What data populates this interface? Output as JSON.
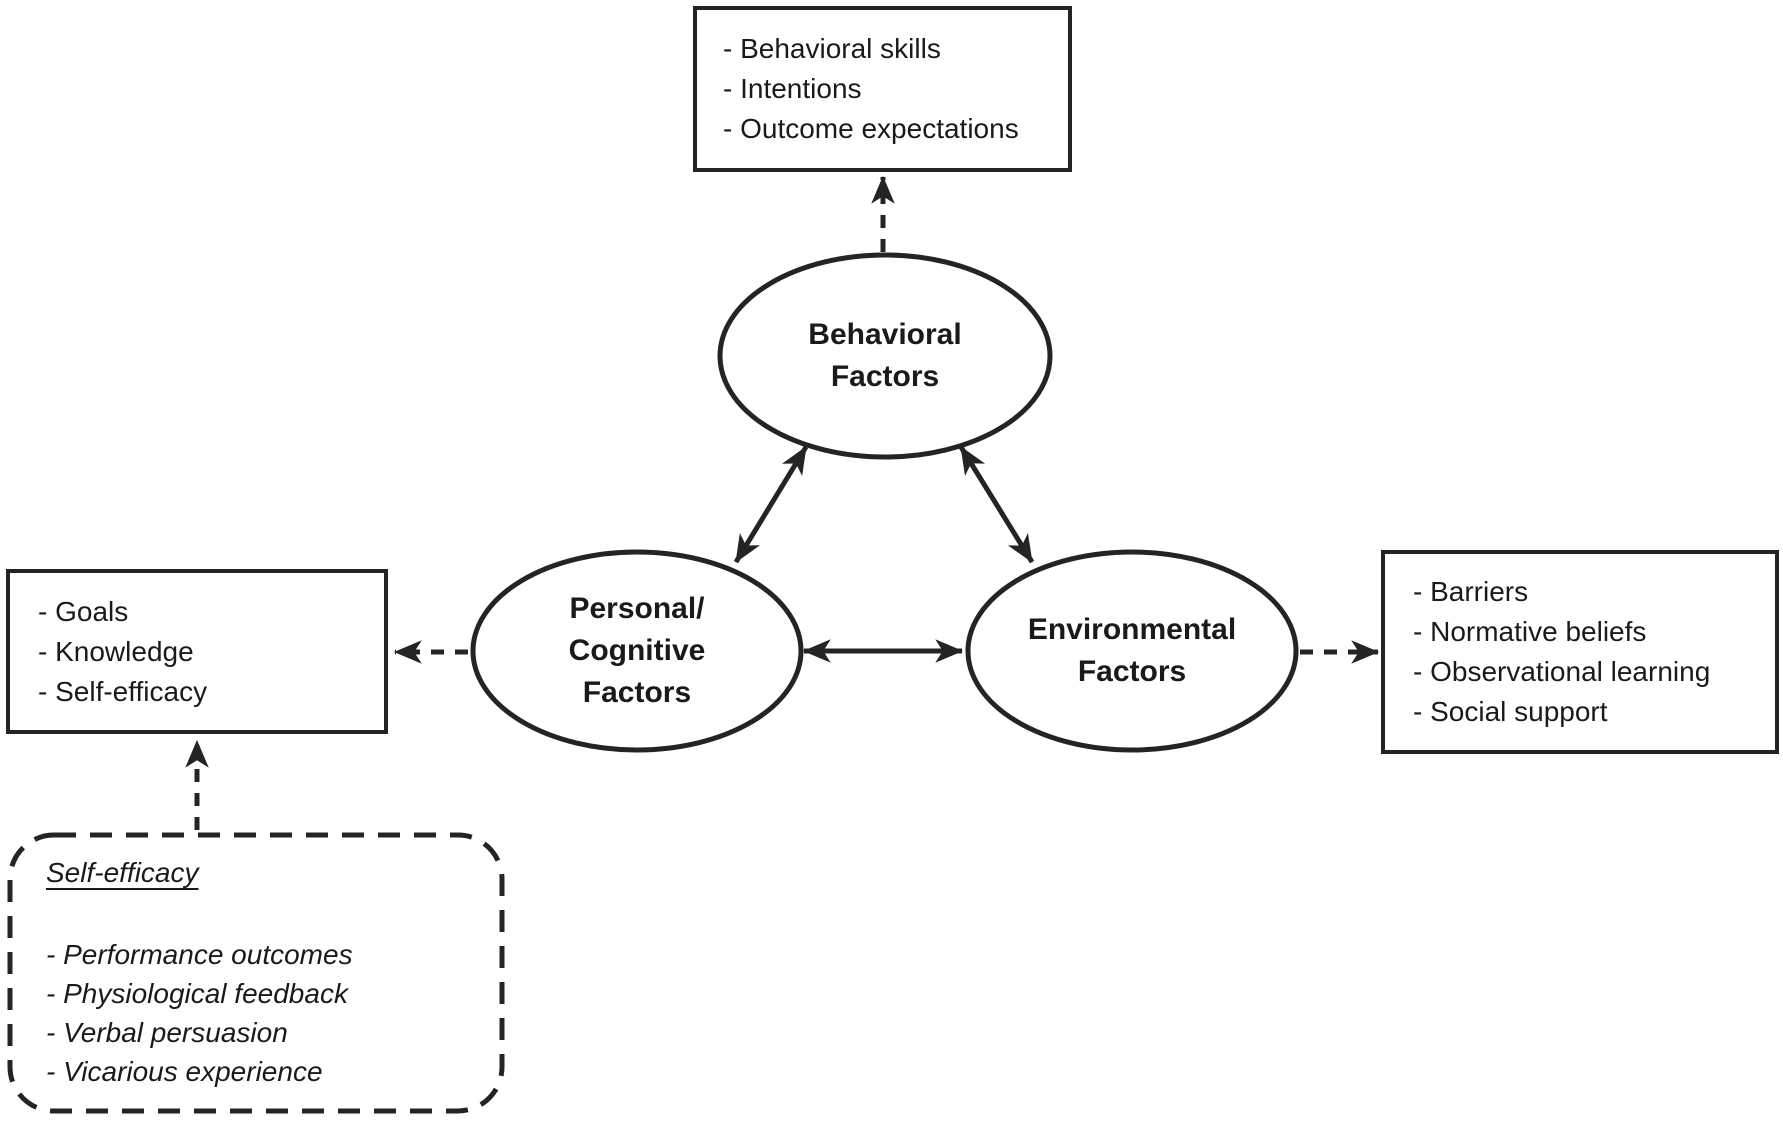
{
  "colors": {
    "ink": "#1a1a1a",
    "line": "#242424",
    "background": "#ffffff"
  },
  "nodes": {
    "behavioral": {
      "label": "Behavioral\nFactors"
    },
    "personal": {
      "label": "Personal/\nCognitive\nFactors"
    },
    "environmental": {
      "label": "Environmental\nFactors"
    }
  },
  "boxes": {
    "behavioral_outputs": {
      "items": [
        "- Behavioral skills",
        "- Intentions",
        "- Outcome expectations"
      ]
    },
    "personal_outputs": {
      "items": [
        "- Goals",
        "- Knowledge",
        "- Self-efficacy"
      ]
    },
    "environmental_outputs": {
      "items": [
        "- Barriers",
        "- Normative beliefs",
        "- Observational learning",
        "- Social support"
      ]
    },
    "self_efficacy": {
      "title": "Self-efficacy",
      "items": [
        "- Performance outcomes",
        "- Physiological feedback",
        "- Verbal persuasion",
        "- Vicarious experience"
      ]
    }
  }
}
